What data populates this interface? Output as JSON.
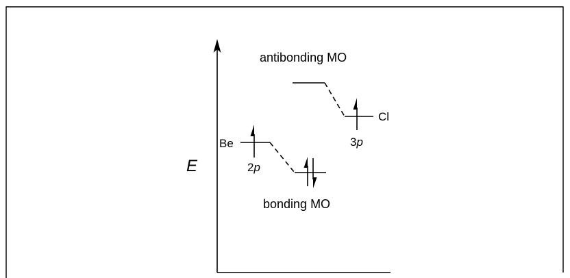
{
  "labels": {
    "energy_axis": "E",
    "antibonding": "antibonding MO",
    "bonding": "bonding MO",
    "be_atom": "Be",
    "be_orbital_num": "2",
    "be_orbital_letter": "p",
    "cl_atom": "Cl",
    "cl_orbital_num": "3",
    "cl_orbital_letter": "p"
  },
  "electrons": {
    "be_2p": 1,
    "cl_3p": 1,
    "bonding_mo": 2,
    "antibonding_mo": 0
  },
  "colors": {
    "ink": "#000000",
    "background": "#ffffff"
  }
}
